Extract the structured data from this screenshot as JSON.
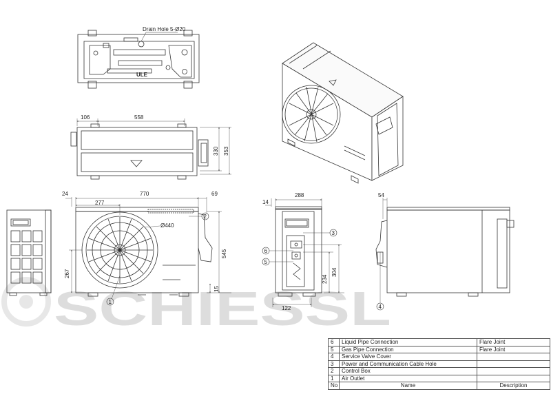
{
  "top_view": {
    "drain_hole_label": "Drain Hole 5-Ø20",
    "grille_text": "ULE"
  },
  "plan_view": {
    "dims": {
      "left_offset": "106",
      "width": "558",
      "depth_inner": "330",
      "depth_outer": "353"
    }
  },
  "front_view": {
    "dims": {
      "left_offset": "24",
      "width": "770",
      "right_offset": "69",
      "fan_offset": "277",
      "fan_diameter": "Ø440",
      "height": "545",
      "fan_center_height": "267",
      "foot_height": "15"
    },
    "callouts": [
      "1",
      "2"
    ]
  },
  "side_view_right": {
    "dims": {
      "left_offset": "14",
      "depth": "288",
      "base_width": "122",
      "conn_height_1": "234",
      "conn_height_2": "304"
    },
    "callouts": [
      "3",
      "6",
      "5"
    ]
  },
  "rear_view": {
    "dims": {
      "top_offset": "54"
    },
    "callouts": [
      "4"
    ]
  },
  "watermark": "SCHIESSL",
  "parts_table": {
    "rows": [
      {
        "no": "6",
        "name": "Liquid Pipe Connection",
        "desc": "Flare Joint"
      },
      {
        "no": "5",
        "name": "Gas Pipe Connection",
        "desc": "Flare Joint"
      },
      {
        "no": "4",
        "name": "Service Valve Cover",
        "desc": ""
      },
      {
        "no": "3",
        "name": "Power and Communication Cable Hole",
        "desc": ""
      },
      {
        "no": "2",
        "name": "Control Box",
        "desc": ""
      },
      {
        "no": "1",
        "name": "Air Outlet",
        "desc": ""
      }
    ],
    "header": {
      "no": "No",
      "name": "Name",
      "desc": "Description"
    }
  }
}
